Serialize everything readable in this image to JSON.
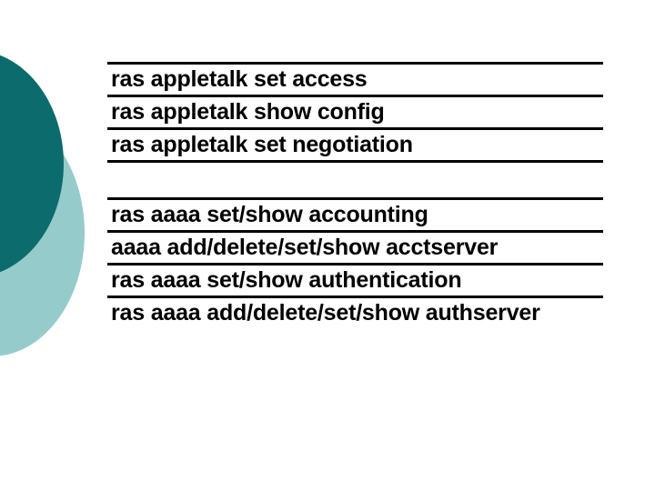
{
  "slide": {
    "background_color": "#ffffff",
    "text_color": "#000000",
    "rule_color": "#000000",
    "decor": {
      "dark_circle_color": "#0B6B6D",
      "light_circle_color": "#96CBCB"
    }
  },
  "commands": {
    "group_appletalk": [
      {
        "text": "ras appletalk set access"
      },
      {
        "text": "ras appletalk show config"
      },
      {
        "text": "ras appletalk set negotiation"
      }
    ],
    "group_aaaa": [
      {
        "text": "ras aaaa set/show accounting"
      },
      {
        "text": "aaaa add/delete/set/show acctserver"
      },
      {
        "text": "ras aaaa set/show authentication"
      }
    ],
    "wrapped_entry": {
      "line1_word1": "ras",
      "line1_word2": "aaaa",
      "line1_word3": "add/delete/set/show",
      "line2": "authserver",
      "full_text": "ras aaaa add/delete/set/show authserver"
    }
  }
}
